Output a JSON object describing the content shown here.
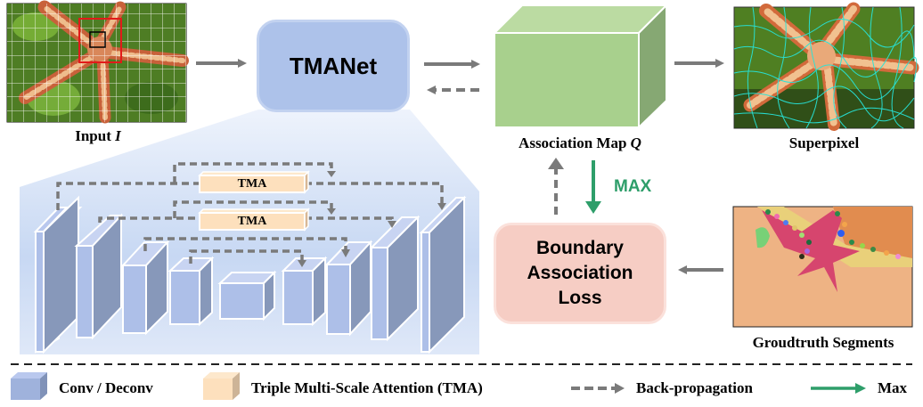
{
  "input": {
    "caption_prefix": "Input ",
    "caption_var": "I"
  },
  "network": {
    "name": "TMANet"
  },
  "association_map": {
    "caption_prefix": "Association Map ",
    "caption_var": "Q"
  },
  "superpixel": {
    "caption": "Superpixel"
  },
  "max_arrow": {
    "label": "MAX"
  },
  "loss": {
    "lines": [
      "Boundary",
      "Association",
      "Loss"
    ]
  },
  "groundtruth": {
    "caption": "Groudtruth Segments"
  },
  "unet": {
    "tma_labels": [
      "TMA",
      "TMA"
    ]
  },
  "legend": {
    "items": [
      {
        "icon": "blue-cube-icon",
        "label": "Conv / Deconv"
      },
      {
        "icon": "orange-cube-icon",
        "label": "Triple Multi-Scale Attention (TMA)"
      },
      {
        "icon": "dashed-arrow-icon",
        "label": "Back-propagation"
      },
      {
        "icon": "green-arrow-icon",
        "label": "Max"
      }
    ]
  },
  "colors": {
    "network_box": "#adc2ea",
    "association_map": "#a8d08d",
    "loss_box": "#f6cdc4",
    "max_arrow": "#2e9e6a",
    "arrow_gray": "#7a7a7a",
    "conv_block": "#adbfe8",
    "tma_block": "#fde0bd"
  }
}
